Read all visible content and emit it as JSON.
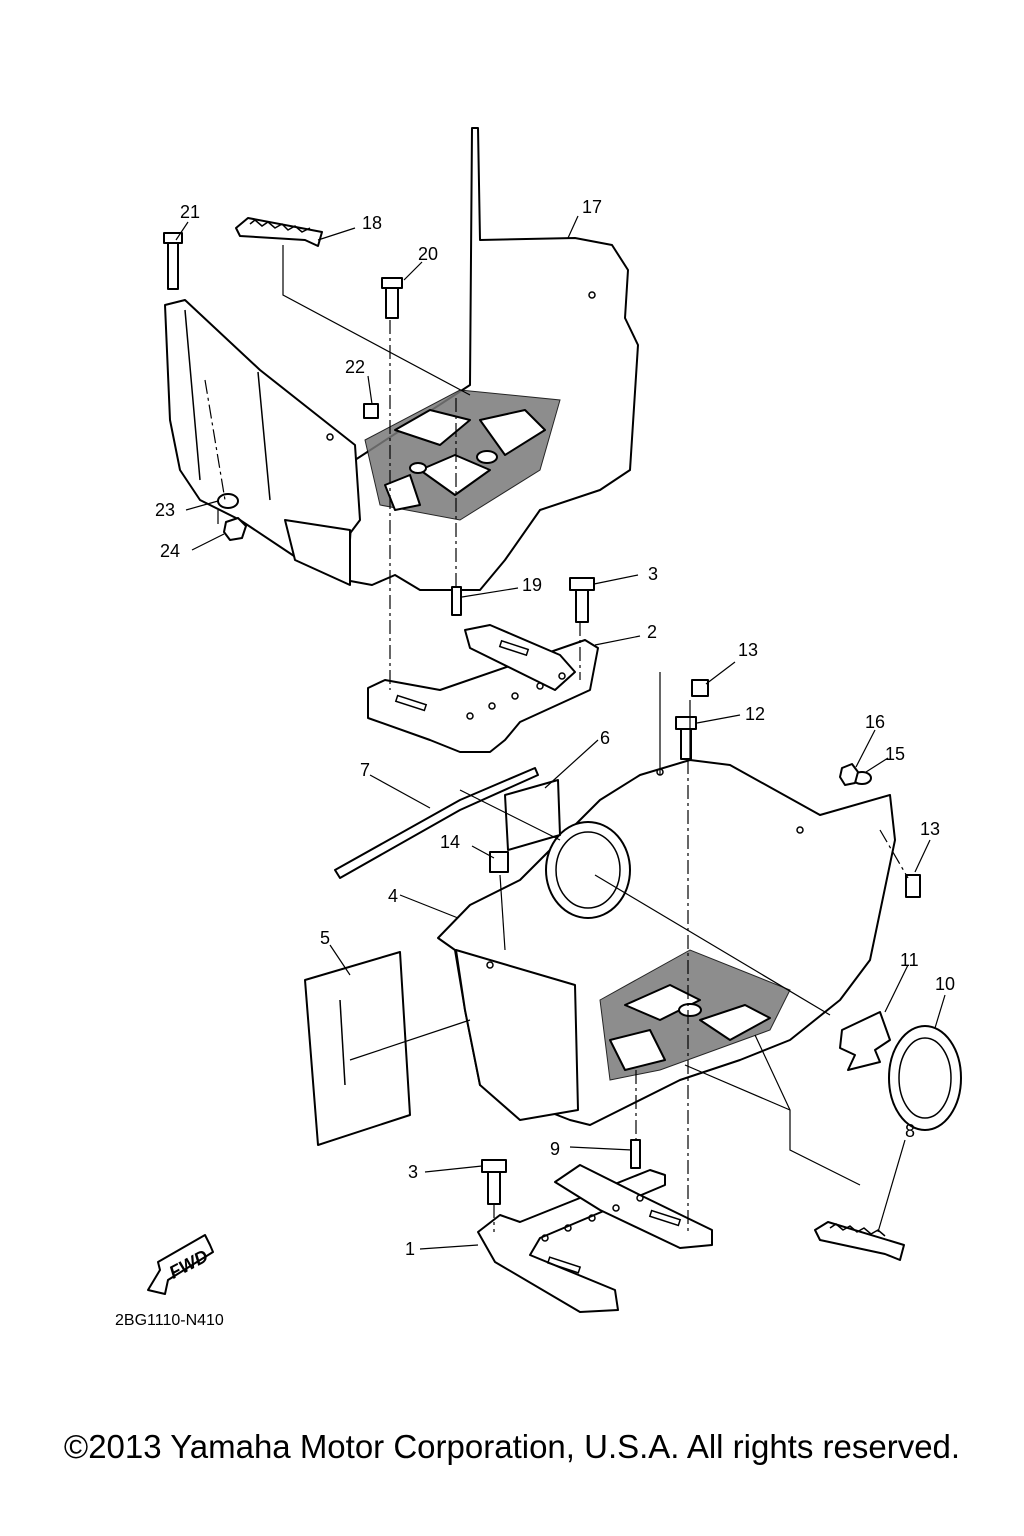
{
  "diagram": {
    "part_numbers": [
      "1",
      "2",
      "3",
      "3",
      "4",
      "5",
      "6",
      "7",
      "8",
      "9",
      "10",
      "11",
      "12",
      "13",
      "13",
      "14",
      "15",
      "16",
      "17",
      "18",
      "19",
      "20",
      "21",
      "22",
      "23",
      "24"
    ],
    "drawing_code": "2BG1110-N410",
    "fwd_label": "FWD",
    "copyright": "©2013 Yamaha Motor Corporation, U.S.A. All rights reserved."
  }
}
